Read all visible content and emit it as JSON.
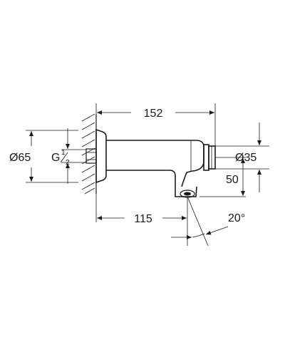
{
  "dimensions": {
    "overall_length": "152",
    "projection_to_outlet": "115",
    "flange_diameter": "Ø65",
    "connection_thread_prefix": "G",
    "connection_thread_num": "1",
    "connection_thread_den": "2",
    "head_diameter": "Ø35",
    "outlet_drop": "50",
    "outlet_angle": "20°"
  }
}
